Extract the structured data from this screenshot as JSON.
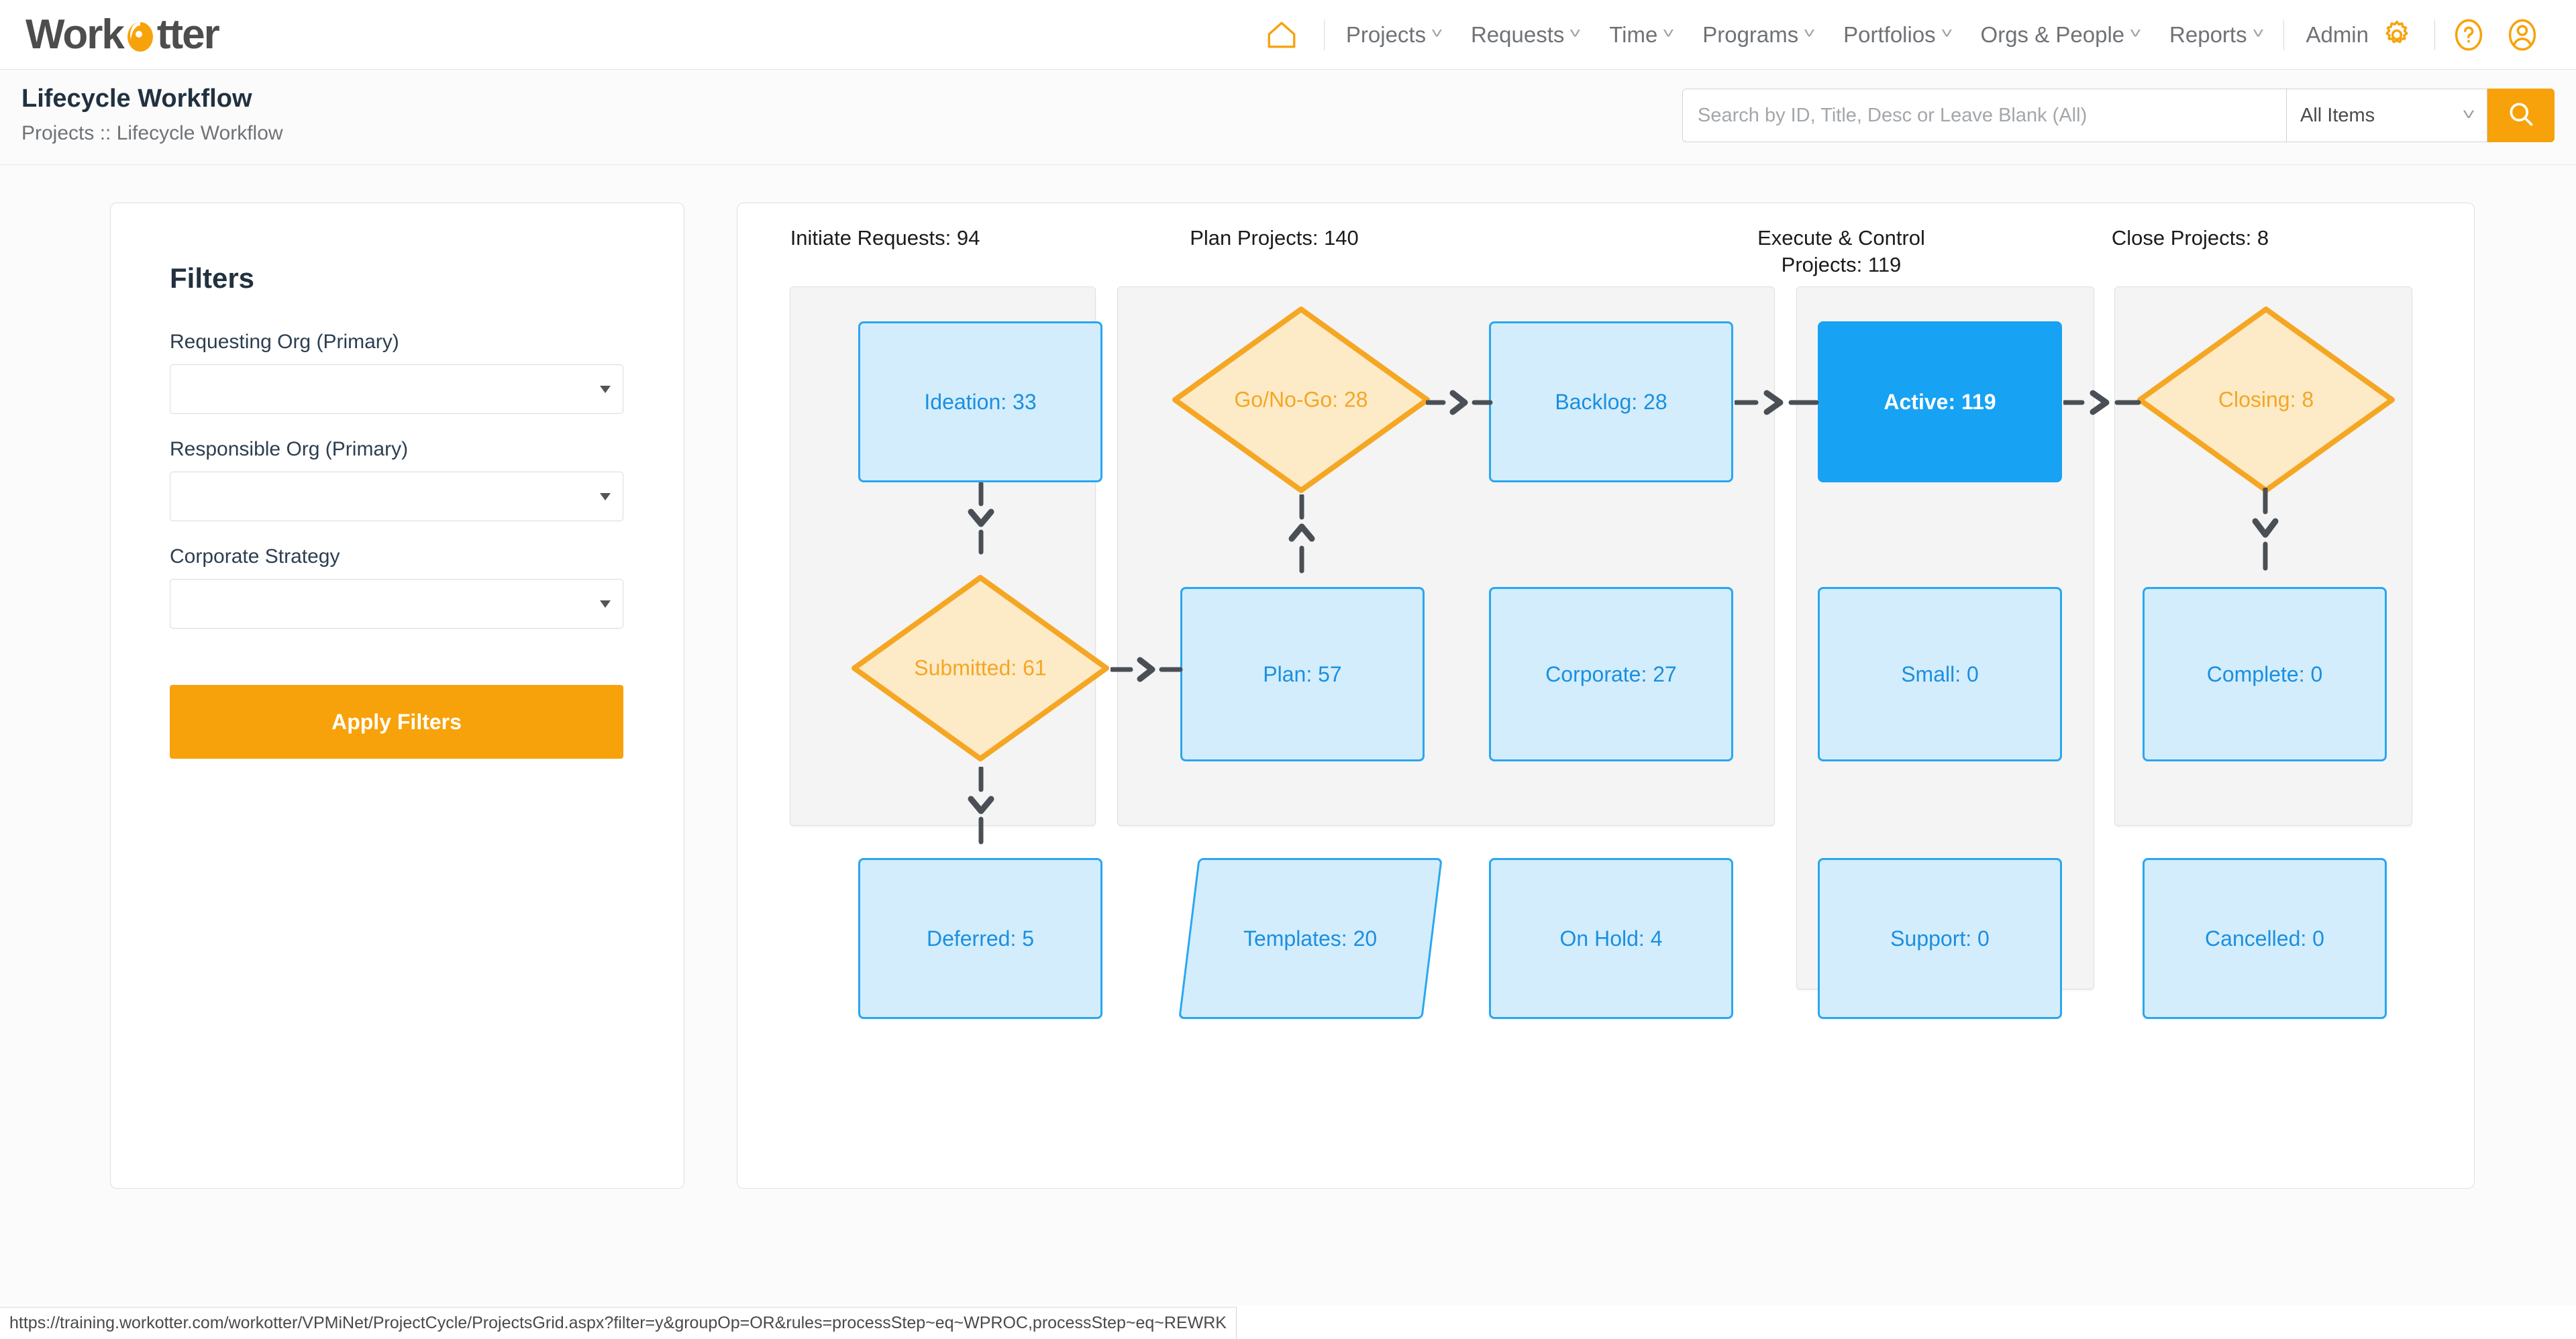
{
  "brand": {
    "name_part1": "Work",
    "name_part2": "tter",
    "logo_icon": "otter-o-icon"
  },
  "nav": {
    "home_icon": "home-icon",
    "items": [
      {
        "label": "Projects",
        "caret": "˅"
      },
      {
        "label": "Requests",
        "caret": "˅"
      },
      {
        "label": "Time",
        "caret": "˅"
      },
      {
        "label": "Programs",
        "caret": "˅"
      },
      {
        "label": "Portfolios",
        "caret": "˅"
      },
      {
        "label": "Orgs & People",
        "caret": "˅"
      },
      {
        "label": "Reports",
        "caret": "˅"
      }
    ],
    "admin_label": "Admin",
    "gear_icon": "gear-icon",
    "help_icon": "help-circle-icon",
    "account_icon": "user-avatar-icon"
  },
  "header": {
    "title": "Lifecycle Workflow",
    "breadcrumb": "Projects :: Lifecycle Workflow"
  },
  "search": {
    "placeholder": "Search by ID, Title, Desc or Leave Blank (All)",
    "value": "",
    "scope_selected": "All Items",
    "scope_caret": "˅",
    "button_icon": "search-icon"
  },
  "filters": {
    "title": "Filters",
    "fields": [
      {
        "label": "Requesting Org (Primary)",
        "value": ""
      },
      {
        "label": "Responsible Org (Primary)",
        "value": ""
      },
      {
        "label": "Corporate Strategy",
        "value": ""
      }
    ],
    "apply_label": "Apply Filters"
  },
  "chart_data": {
    "type": "diagram",
    "title": "Lifecycle Workflow",
    "lanes": [
      {
        "id": "initiate",
        "label": "Initiate Requests: 94",
        "label_line1": "Initiate Requests: 94",
        "label_line2": "",
        "count": 94
      },
      {
        "id": "plan",
        "label": "Plan Projects: 140",
        "label_line1": "Plan Projects: 140",
        "label_line2": "",
        "count": 140
      },
      {
        "id": "execute",
        "label": "Execute & Control Projects: 119",
        "label_line1": "Execute & Control",
        "label_line2": "Projects: 119",
        "count": 119
      },
      {
        "id": "close",
        "label": "Close Projects: 8",
        "label_line1": "Close Projects: 8",
        "label_line2": "",
        "count": 8
      }
    ],
    "nodes": [
      {
        "id": "ideation",
        "label": "Ideation: 33",
        "value": 33,
        "shape": "box",
        "lane": "initiate",
        "state": "normal"
      },
      {
        "id": "submitted",
        "label": "Submitted: 61",
        "value": 61,
        "shape": "diamond",
        "lane": "initiate",
        "state": "normal"
      },
      {
        "id": "deferred",
        "label": "Deferred: 5",
        "value": 5,
        "shape": "box",
        "lane": "initiate",
        "state": "normal"
      },
      {
        "id": "gonogo",
        "label": "Go/No-Go: 28",
        "value": 28,
        "shape": "diamond",
        "lane": "plan",
        "state": "normal"
      },
      {
        "id": "plan",
        "label": "Plan: 57",
        "value": 57,
        "shape": "box",
        "lane": "plan",
        "state": "normal"
      },
      {
        "id": "templates",
        "label": "Templates: 20",
        "value": 20,
        "shape": "parallelogram",
        "lane": "plan",
        "state": "normal"
      },
      {
        "id": "backlog",
        "label": "Backlog: 28",
        "value": 28,
        "shape": "box",
        "lane": "plan",
        "state": "normal"
      },
      {
        "id": "corporate",
        "label": "Corporate: 27",
        "value": 27,
        "shape": "box",
        "lane": "plan",
        "state": "normal"
      },
      {
        "id": "onhold",
        "label": "On Hold: 4",
        "value": 4,
        "shape": "box",
        "lane": "plan",
        "state": "normal"
      },
      {
        "id": "active",
        "label": "Active: 119",
        "value": 119,
        "shape": "box",
        "lane": "execute",
        "state": "selected"
      },
      {
        "id": "small",
        "label": "Small: 0",
        "value": 0,
        "shape": "box",
        "lane": "execute",
        "state": "normal"
      },
      {
        "id": "support",
        "label": "Support: 0",
        "value": 0,
        "shape": "box",
        "lane": "execute",
        "state": "normal"
      },
      {
        "id": "closing",
        "label": "Closing: 8",
        "value": 8,
        "shape": "diamond",
        "lane": "close",
        "state": "normal"
      },
      {
        "id": "complete",
        "label": "Complete: 0",
        "value": 0,
        "shape": "box",
        "lane": "close",
        "state": "normal"
      },
      {
        "id": "cancelled",
        "label": "Cancelled: 0",
        "value": 0,
        "shape": "box",
        "lane": "close",
        "state": "normal"
      }
    ],
    "edges": [
      {
        "from": "ideation",
        "to": "submitted",
        "dir": "down"
      },
      {
        "from": "submitted",
        "to": "deferred",
        "dir": "down"
      },
      {
        "from": "submitted",
        "to": "plan",
        "dir": "right"
      },
      {
        "from": "plan",
        "to": "gonogo",
        "dir": "up"
      },
      {
        "from": "gonogo",
        "to": "backlog",
        "dir": "right"
      },
      {
        "from": "backlog",
        "to": "active",
        "dir": "right"
      },
      {
        "from": "active",
        "to": "closing",
        "dir": "right"
      },
      {
        "from": "closing",
        "to": "complete",
        "dir": "down"
      }
    ],
    "colors": {
      "node_fill": "#d3edfc",
      "node_border": "#2aa7ef",
      "node_text": "#1b8fe0",
      "selected_fill": "#17a2f3",
      "selected_text": "#ffffff",
      "diamond_fill": "#fdebc8",
      "diamond_border": "#f5a623",
      "diamond_text": "#f5a623",
      "lane_bg": "#f4f4f4",
      "connector": "#4a4f55",
      "accent": "#f7a20a"
    }
  },
  "statusbar": {
    "url": "https://training.workotter.com/workotter/VPMiNet/ProjectCycle/ProjectsGrid.aspx?filter=y&groupOp=OR&rules=processStep~eq~WPROC,processStep~eq~REWRK"
  }
}
